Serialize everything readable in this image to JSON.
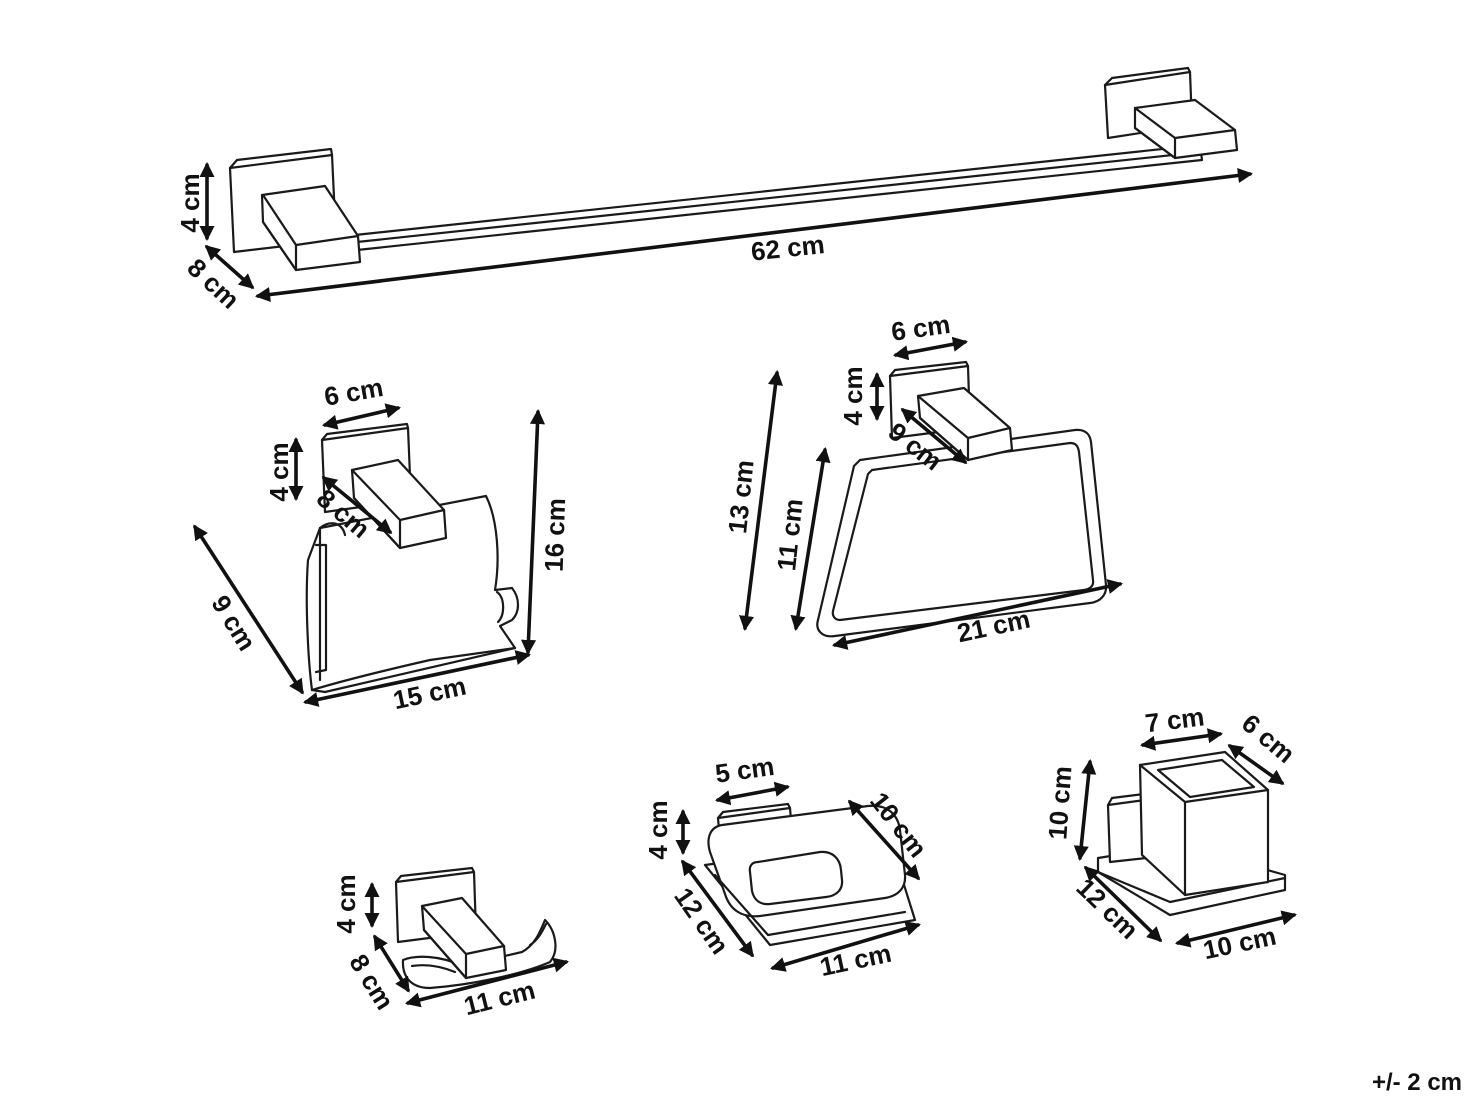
{
  "towel_bar": {
    "height": "4 cm",
    "depth": "8 cm",
    "length": "62 cm"
  },
  "paper_holder": {
    "width_top": "6 cm",
    "height_top": "4 cm",
    "depth_top": "8 cm",
    "depth": "9 cm",
    "height": "16 cm",
    "width": "15 cm"
  },
  "towel_ring": {
    "width_top": "6 cm",
    "height_top": "4 cm",
    "depth_top": "9 cm",
    "height_total": "13 cm",
    "height_ring": "11 cm",
    "width": "21 cm"
  },
  "robe_hook": {
    "height": "4 cm",
    "depth": "8 cm",
    "width": "11 cm"
  },
  "soap_dish": {
    "width_top": "5 cm",
    "height": "4 cm",
    "depth": "12 cm",
    "diagonal": "10 cm",
    "width": "11 cm"
  },
  "tumbler_holder": {
    "width_top": "7 cm",
    "depth_top": "6 cm",
    "height": "10 cm",
    "depth": "12 cm",
    "width": "10 cm"
  },
  "tolerance": "+/- 2 cm"
}
